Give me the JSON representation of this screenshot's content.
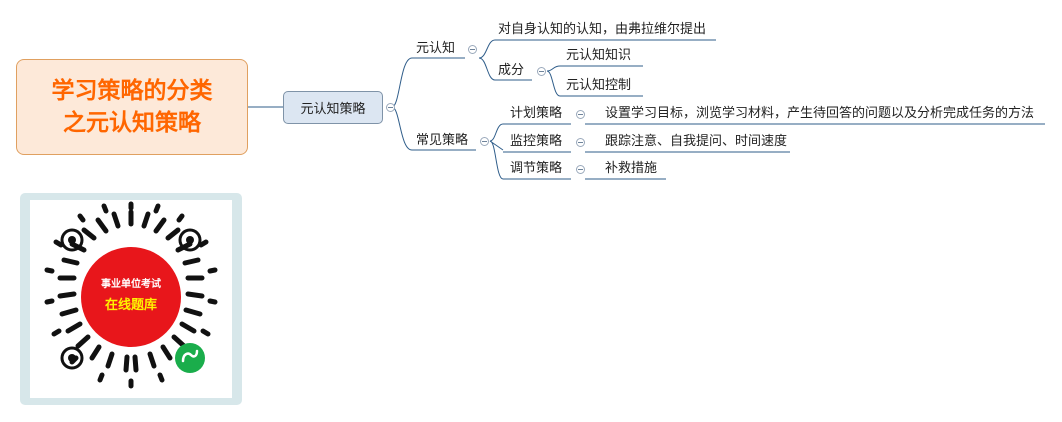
{
  "root": {
    "line1": "学习策略的分类",
    "line2": "之元认知策略"
  },
  "main": {
    "label": "元认知策略"
  },
  "branches": {
    "meta": {
      "label": "元认知",
      "definition": "对自身认知的认知，由弗拉维尔提出",
      "components": {
        "label": "成分",
        "items": [
          "元认知知识",
          "元认知控制"
        ]
      }
    },
    "strategies": {
      "label": "常见策略",
      "items": [
        {
          "name": "计划策略",
          "desc": "设置学习目标，浏览学习材料，产生待回答的问题以及分析完成任务的方法"
        },
        {
          "name": "监控策略",
          "desc": "跟踪注意、自我提问、时间速度"
        },
        {
          "name": "调节策略",
          "desc": "补救措施"
        }
      ]
    }
  },
  "qr": {
    "top_text": "事业单位考试",
    "bottom_text": "在线题库",
    "colors": {
      "badge": "#e8161b",
      "text": "#fff200",
      "logo": "#1aad4b"
    }
  },
  "colors": {
    "line": "#2f5d8a",
    "root_text": "#ff6600",
    "root_fill": "#fde9d9",
    "topic_fill": "#dce6f2"
  }
}
